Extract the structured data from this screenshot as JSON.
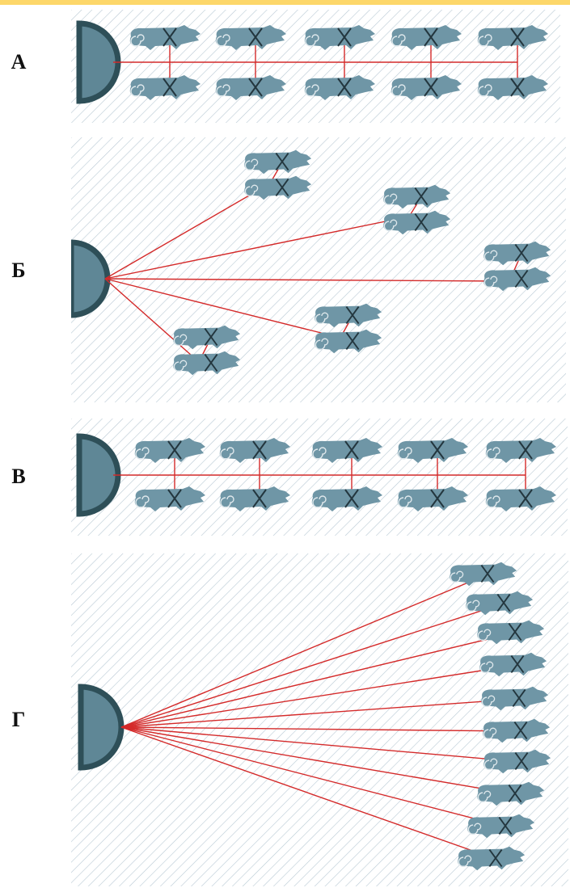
{
  "panels": [
    {
      "id": "a",
      "label": "А",
      "layout": "dual-column-paired",
      "dogs": 10
    },
    {
      "id": "b",
      "label": "Б",
      "layout": "fan-pairs",
      "dogs": 10
    },
    {
      "id": "c",
      "label": "В",
      "layout": "dual-column-paired",
      "dogs": 10
    },
    {
      "id": "d",
      "label": "Г",
      "layout": "fan-individual",
      "dogs": 10
    }
  ],
  "colors": {
    "accent_bar": "#fdd76a",
    "hatch": "#b9c9d4",
    "sled": "#5f8796",
    "sled_rim": "#2e4f58",
    "dog": "#6f96a6",
    "harness": "#23363e",
    "line": "#d42a2a"
  },
  "icons": {
    "sled": "sled-icon",
    "dog": "sled-dog-icon"
  }
}
